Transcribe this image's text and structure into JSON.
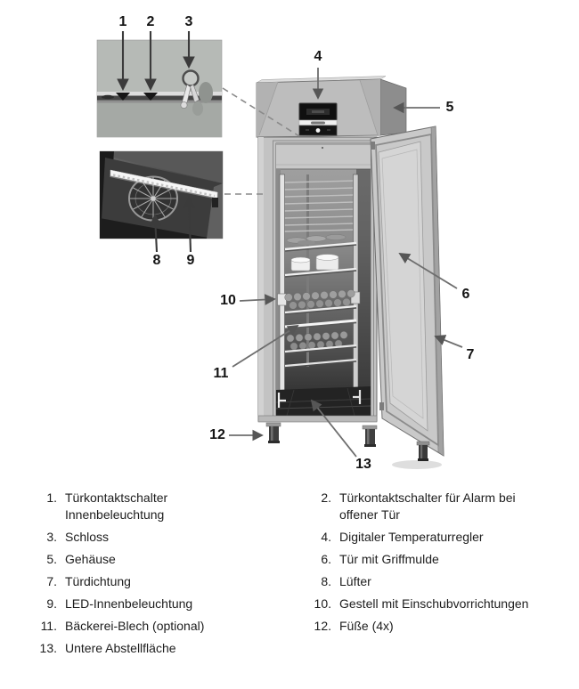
{
  "page": {
    "background": "#ffffff",
    "text_color": "#1d1d1d",
    "arrow_color": "#4f4f4f",
    "drawing_grays": [
      "#bdbdbd",
      "#8d8d8d",
      "#c3c3c3",
      "#2a2a2a",
      "#f6f6f6"
    ]
  },
  "figure": {
    "description_type": "labeled-appliance-diagram",
    "callout_labels": [
      "1",
      "2",
      "3",
      "4",
      "5",
      "6",
      "7",
      "8",
      "9",
      "10",
      "11",
      "12",
      "13"
    ]
  },
  "legend": {
    "items": [
      {
        "num": "1.",
        "text": "Türkontaktschalter Innenbeleuchtung"
      },
      {
        "num": "2.",
        "text": "Türkontaktschalter für Alarm bei offener Tür"
      },
      {
        "num": "3.",
        "text": "Schloss"
      },
      {
        "num": "4.",
        "text": "Digitaler Temperaturregler"
      },
      {
        "num": "5.",
        "text": "Gehäuse"
      },
      {
        "num": "6.",
        "text": "Tür mit Griffmulde"
      },
      {
        "num": "7.",
        "text": "Türdichtung"
      },
      {
        "num": "8.",
        "text": "Lüfter"
      },
      {
        "num": "9.",
        "text": "LED-Innenbeleuchtung"
      },
      {
        "num": "10.",
        "text": "Gestell mit Einschubvorrichtungen"
      },
      {
        "num": "11.",
        "text": "Bäckerei-Blech (optional)"
      },
      {
        "num": "12.",
        "text": "Füße (4x)"
      },
      {
        "num": "13.",
        "text": "Untere Abstellfläche"
      }
    ]
  }
}
